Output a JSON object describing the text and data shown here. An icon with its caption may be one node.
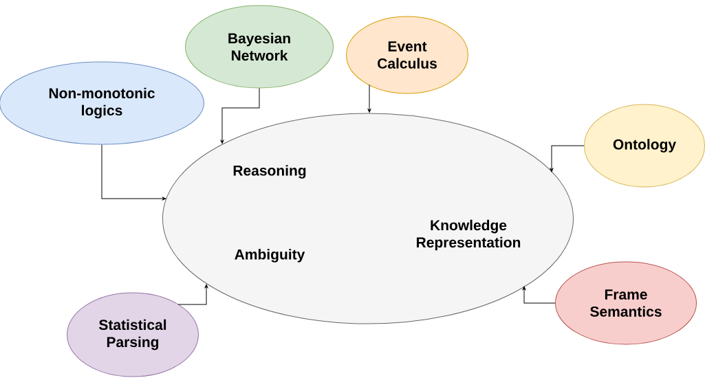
{
  "diagram": {
    "nodes": [
      {
        "text": [
          "Bayesian Network"
        ]
      },
      {
        "text": [
          "Event Calculus"
        ]
      },
      {
        "text": [
          "Non-monotonic logics"
        ]
      },
      {
        "text": [
          "Ontology"
        ]
      },
      {
        "text": [
          "Reasoning",
          "Knowledge Representation",
          "Ambiguity"
        ]
      },
      {
        "text": [
          "Statistical Parsing"
        ]
      },
      {
        "text": [
          "Frame Semantics"
        ]
      }
    ],
    "edges": [
      {
        "from": 0,
        "to": 4,
        "arrow": "to"
      },
      {
        "from": 1,
        "to": 4,
        "arrow": "to"
      },
      {
        "from": 2,
        "to": 4,
        "arrow": "to"
      },
      {
        "from": 3,
        "to": 4,
        "arrow": "to"
      },
      {
        "from": 5,
        "to": 4,
        "arrow": "to"
      },
      {
        "from": 6,
        "to": 4,
        "arrow": "to"
      }
    ]
  }
}
